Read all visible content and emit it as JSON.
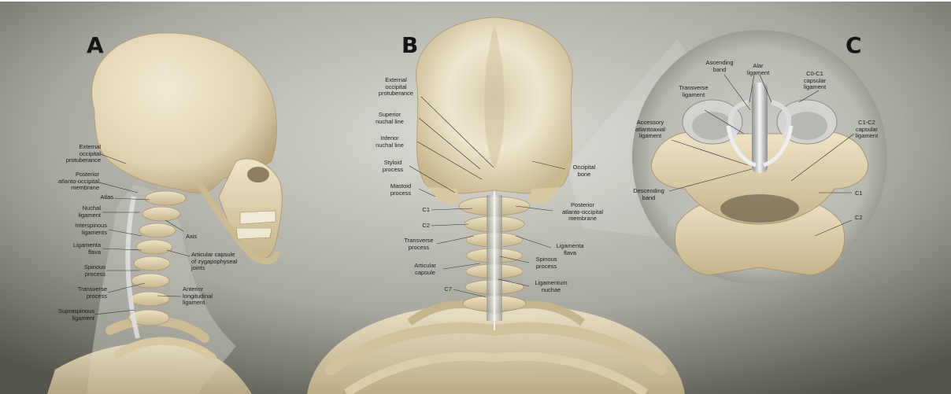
{
  "panels": {
    "a": "A",
    "b": "B",
    "c": "C"
  },
  "labels": {
    "a_ext_occ": "External\noccipital\nprotuberance",
    "a_post_ao": "Posterior\natlanto-occipital\nmembrane",
    "a_atlas": "Atlas",
    "a_nuchal": "Nuchal\nligament",
    "a_interspinous": "Interspinous\nligaments",
    "a_axis": "Axis",
    "a_lig_flava": "Ligamenta\nflava",
    "a_articular": "Articular capsule\nof zygapophyseal\njoints",
    "a_spinous": "Spinous\nprocess",
    "a_transverse": "Transverse\nprocess",
    "a_ant_long": "Anterior\nlongitudinal\nligament",
    "a_supraspinous": "Supraspinous\nligament",
    "b_ext_occ": "External\noccipital\nprotuberance",
    "b_sup_nuchal": "Superior\nnuchal line",
    "b_inf_nuchal": "Inferior\nnuchal line",
    "b_styloid": "Styloid\nprocess",
    "b_mastoid": "Mastoid\nprocess",
    "b_c1": "C1",
    "b_c2": "C2",
    "b_occ_bone": "Occipital\nbone",
    "b_post_ao": "Posterior\natlanto-occipital\nmembrane",
    "b_transverse": "Transverse\nprocess",
    "b_lig_flava": "Ligamenta\nflava",
    "b_articular": "Articular\ncapsule",
    "b_spinous": "Spinous\nprocess",
    "b_lig_nuchae": "Ligamentum\nnuchae",
    "b_c7": "C7",
    "c_asc_band": "Ascending\nband",
    "c_alar": "Alar\nligament",
    "c_c0c1": "C0-C1\ncapsular\nligament",
    "c_transverse": "Transverse\nligament",
    "c_accessory": "Accessory\natlantoaxial\nligament",
    "c_c1c2": "C1-C2\ncapsular\nligament",
    "c_desc_band": "Descending\nband",
    "c_c1": "C1",
    "c_c2": "C2"
  },
  "colors": {
    "background_light": "#d8d8d2",
    "background_dark": "#505048",
    "bone": "#e8dcc0",
    "bone_shadow": "#b8a882",
    "ligament": "#c9c9c9",
    "label_text": "#1c1c1c",
    "leader_line": "#2a2a2a"
  }
}
